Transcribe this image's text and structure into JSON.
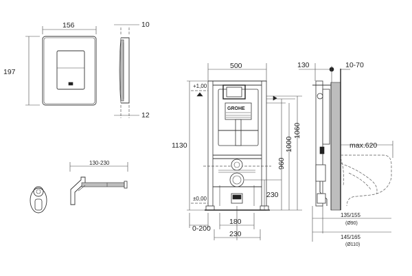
{
  "plate": {
    "width": "156",
    "height": "197",
    "depth_top": "10",
    "depth_bottom": "12"
  },
  "pipe": {
    "range": "130-230"
  },
  "frame": {
    "width": "500",
    "height": "1130",
    "level_top": "+1,00",
    "level_bottom": "±0,00",
    "brand": "GROHE",
    "h1060": "1060",
    "h1000": "1000",
    "h960": "960",
    "h230": "230",
    "offset": "0-200",
    "w180": "180",
    "w230": "230"
  },
  "side": {
    "depth": "130",
    "wall": "10-70",
    "max_bowl": "max.620",
    "pipe1": "135/155",
    "pipe1_sub": "(Ø90)",
    "pipe2": "145/165",
    "pipe2_sub": "(Ø110)"
  }
}
